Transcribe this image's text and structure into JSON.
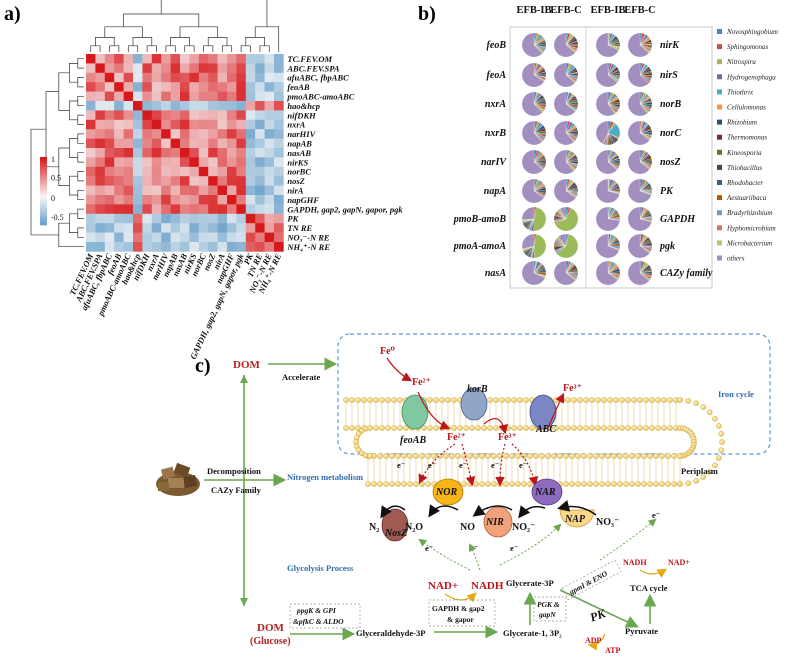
{
  "panels": {
    "a": {
      "label": "a)",
      "heatmap": {
        "rows": [
          "TC.FEV.OM",
          "ABC.FEV.SPA",
          "afuABC, fbpABC",
          "feoAB",
          "pmoABC-amoABC",
          "hao&hcp",
          "nifDKH",
          "nxrA",
          "narHIV",
          "napAB",
          "nasAB",
          "nirKS",
          "norBC",
          "nosZ",
          "nirA",
          "napGHF",
          "GAPDH, gap2, gapN, gapor, pgk",
          "PK",
          "TN RE",
          "NO₃⁻-N RE",
          "NH₄⁺-N RE"
        ],
        "colorbar_ticks": [
          "1",
          "0.5",
          "0",
          "-0.5"
        ],
        "colors": {
          "pos": "#d7191c",
          "neg": "#2c7bb6",
          "mid": "#f7f7f7"
        }
      }
    },
    "b": {
      "label": "b)",
      "column_headers": [
        "EFB-IB",
        "EFB-C",
        "EFB-IB",
        "EFB-C"
      ],
      "left_genes": [
        "feoB",
        "feoA",
        "nxrA",
        "nxrB",
        "narIV",
        "napA",
        "pmoB-amoB",
        "pmoA-amoA",
        "nasA"
      ],
      "right_genes": [
        "nirK",
        "nirS",
        "norB",
        "norC",
        "nosZ",
        "PK",
        "GAPDH",
        "pgk",
        "CAZy family"
      ],
      "legend": [
        {
          "name": "Novosphingobium",
          "color": "#4f81bd"
        },
        {
          "name": "Sphingomonas",
          "color": "#c0504d"
        },
        {
          "name": "Nitrospira",
          "color": "#9bbb59"
        },
        {
          "name": "Hydrogenophaga",
          "color": "#8064a2"
        },
        {
          "name": "Thiothrix",
          "color": "#4bacc6"
        },
        {
          "name": "Cellulomonas",
          "color": "#f79646"
        },
        {
          "name": "Rhizobium",
          "color": "#2c4d75"
        },
        {
          "name": "Thermomonas",
          "color": "#772c2a"
        },
        {
          "name": "Kineosporia",
          "color": "#5f7530"
        },
        {
          "name": "Thiobacillus",
          "color": "#4d3b62"
        },
        {
          "name": "Rhodobacter",
          "color": "#276a7c"
        },
        {
          "name": "Aestuariibaca",
          "color": "#b65708"
        },
        {
          "name": "Bradyrhizobium",
          "color": "#729aca"
        },
        {
          "name": "Hyphomicrobium",
          "color": "#cd7371"
        },
        {
          "name": "Microbacterium",
          "color": "#afc97a"
        },
        {
          "name": "others",
          "color": "#a28fc0"
        }
      ]
    },
    "c": {
      "label": "c)",
      "dom_top": "DOM",
      "accelerate": "Accelerate",
      "decomposition": "Decomposition",
      "cazy": "CAZy Family",
      "nitrogen": "Nitrogen metabolism",
      "glycolysis": "Glycolysis Process",
      "iron_cycle": "Iron cycle",
      "periplasm": "Periplasm",
      "fe0": "Fe⁰",
      "fe2_top": "Fe²⁺",
      "fe2_mem": "Fe²⁺",
      "fe3_mem": "Fe³⁺",
      "fe3_top": "Fe³⁺",
      "feoAB": "feoAB",
      "korB": "korB",
      "ABC": "ABC",
      "NOR": "NOR",
      "NIR": "NIR",
      "NAR": "NAR",
      "NAP": "NAP",
      "NosZ": "NosZ",
      "N2": "N₂",
      "N2O": "N₂O",
      "NO": "NO",
      "NO2": "NO₂⁻",
      "NO3": "NO₃⁻",
      "electron": "e⁻",
      "nad_plus": "NAD+",
      "nadh": "NADH",
      "nadh_r": "NADH",
      "nad_plus_r": "NAD+",
      "tca": "TCA cycle",
      "dom_glucose_1": "DOM",
      "dom_glucose_2": "(Glucose)",
      "enzymes1_1": "ppgK & GPI",
      "enzymes1_2": "&pfkC & ALDO",
      "g3p": "Glyceraldehyde-3P",
      "enzymes2_1": "GAPDH & gap2",
      "enzymes2_2": "& gapor",
      "glycerate13": "Glycerate-1, 3P₂",
      "glycerate3": "Glycerate-3P",
      "pgk_1": "PGK &",
      "pgk_2": "gapN",
      "gpmi": "gpmI & ENO",
      "PK": "PK",
      "pyruvate": "Pyruvate",
      "adp": "ADP",
      "atp": "ATP"
    }
  }
}
